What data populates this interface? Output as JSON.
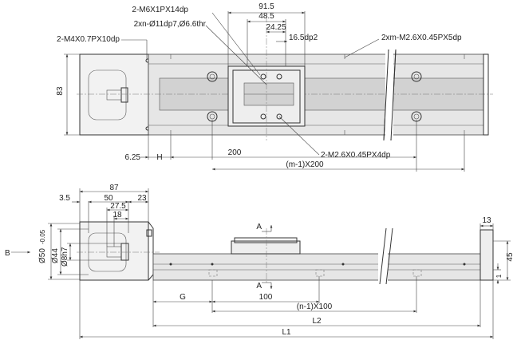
{
  "colors": {
    "line": "#333333",
    "body": "#e6e6e6",
    "background": "#ffffff"
  },
  "top_view": {
    "callout_tap_m6": "2-M6X1PX14dp",
    "callout_counterbore": "2xn-Ø11dp7,Ø6.6thr",
    "callout_tap_m4": "2-M4X0.7PX10dp",
    "callout_tap_m26_rail": "2xm-M2.6X0.45PX5dp",
    "callout_tap_m26_slider": "2-M2.6X0.45PX4dp",
    "dim_91_5": "91.5",
    "dim_48_5": "48.5",
    "dim_24_25": "24.25",
    "dim_16_5": "16.5dp2",
    "dim_83": "83",
    "dim_6_25": "6.25",
    "dim_h": "H",
    "dim_200": "200",
    "dim_m_pitch": "(m-1)X200"
  },
  "side_view": {
    "dim_87": "87",
    "dim_3_5": "3.5",
    "dim_50": "50",
    "dim_23": "23",
    "dim_27_5": "27.5",
    "dim_18": "18",
    "view_b": "B",
    "dia_50": "Ø50",
    "dia_50_tol": "-0.05",
    "dia_44": "Ø44",
    "dia_8": "Ø8h7",
    "section_a_top": "A",
    "section_a_bottom": "A",
    "dim_13": "13",
    "dim_45": "45",
    "dim_1": "1",
    "dim_g": "G",
    "dim_100": "100",
    "dim_n_pitch": "(n-1)X100",
    "dim_l2": "L2",
    "dim_l1": "L1"
  }
}
